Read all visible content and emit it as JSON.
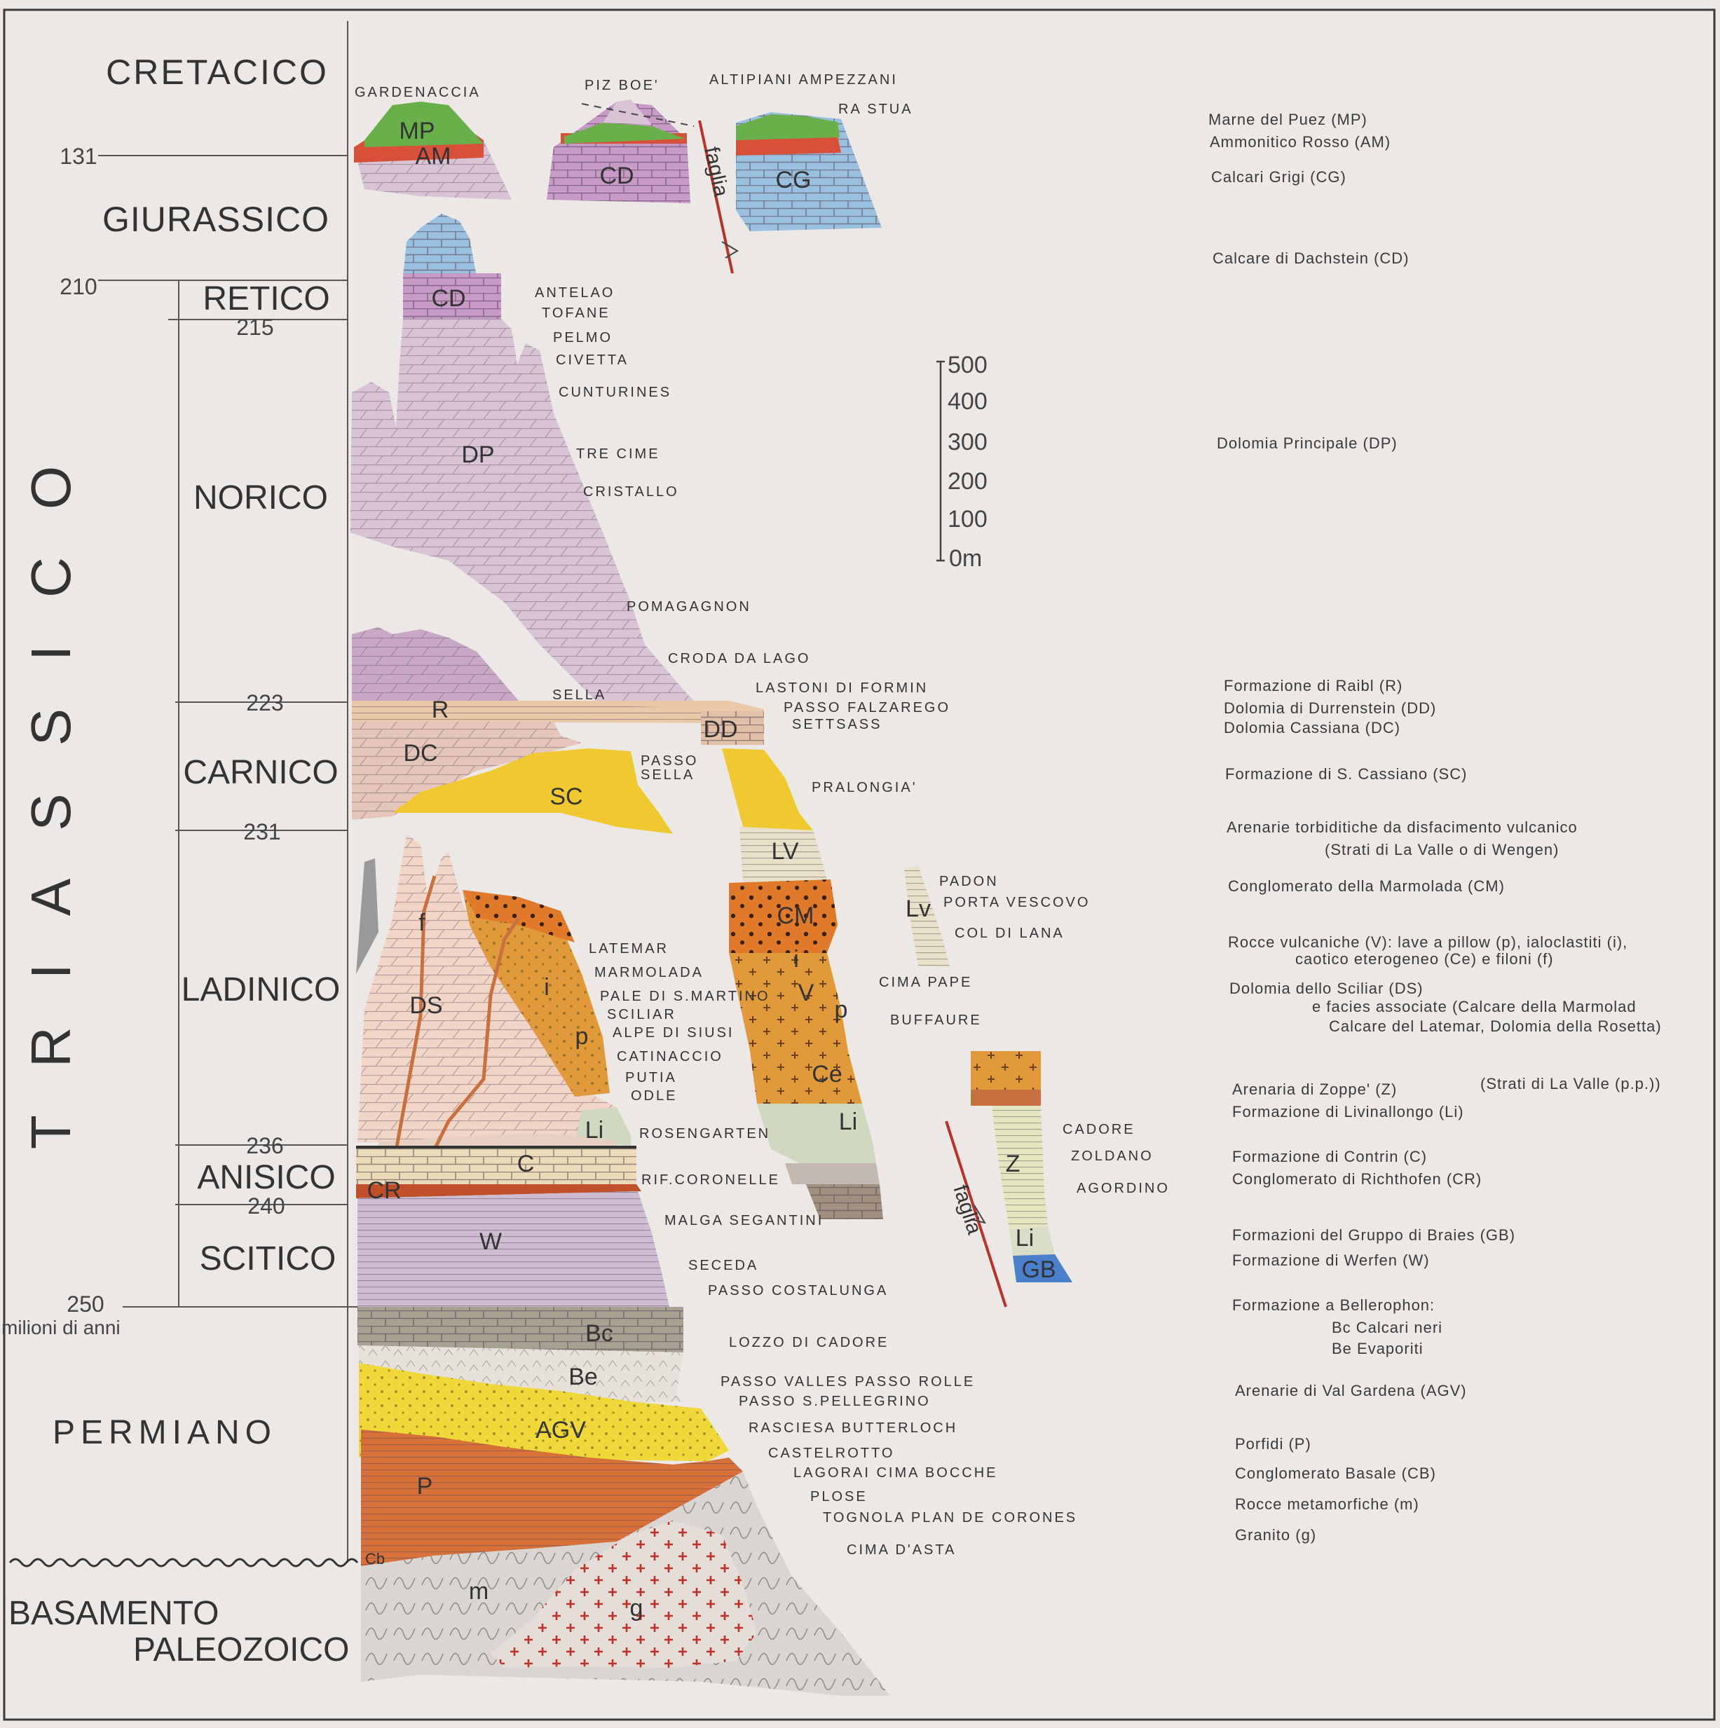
{
  "periods": {
    "cretacico": "CRETACICO",
    "giurassico": "GIURASSICO",
    "triassico": "TRIASSICO",
    "permiano": "PERMIANO",
    "basamento_1": "BASAMENTO",
    "basamento_2": "PALEOZOICO"
  },
  "stages": {
    "retico": "RETICO",
    "norico": "NORICO",
    "carnico": "CARNICO",
    "ladinico": "LADINICO",
    "anisico": "ANISICO",
    "scitico": "SCITICO"
  },
  "ages": {
    "a131": "131",
    "a210": "210",
    "a215": "215",
    "a223": "223",
    "a231": "231",
    "a236": "236",
    "a240": "240",
    "a250": "250",
    "unit": "milioni di anni"
  },
  "scale": {
    "s500": "500",
    "s400": "400",
    "s300": "300",
    "s200": "200",
    "s100": "100",
    "s0": "0m"
  },
  "codes": {
    "MP": "MP",
    "AM": "AM",
    "CD": "CD",
    "CG": "CG",
    "DP": "DP",
    "R": "R",
    "DC": "DC",
    "DD": "DD",
    "SC": "SC",
    "LV": "LV",
    "Lv": "Lv",
    "CM": "CM",
    "V": "V",
    "i": "i",
    "p": "p",
    "Ce": "Ce",
    "DS": "DS",
    "f": "f",
    "Li": "Li",
    "C": "C",
    "CR": "CR",
    "W": "W",
    "Z": "Z",
    "GB": "GB",
    "Bc": "Bc",
    "Be": "Be",
    "AGV": "AGV",
    "P": "P",
    "Cb": "Cb",
    "m": "m",
    "g": "g"
  },
  "faults": {
    "f1": "faglia",
    "f2": "faglia"
  },
  "places": {
    "gardenaccia": "GARDENACCIA",
    "piz_boe": "PIZ BOE'",
    "altipiani": "ALTIPIANI AMPEZZANI",
    "ra_stua": "RA STUA",
    "antelao": "ANTELAO",
    "tofane": "TOFANE",
    "pelmo": "PELMO",
    "civetta": "CIVETTA",
    "cunturines": "CUNTURINES",
    "tre_cime": "TRE CIME",
    "cristallo": "CRISTALLO",
    "pomagagnon": "POMAGAGNON",
    "croda": "CRODA DA LAGO",
    "lastoni": "LASTONI DI FORMIN",
    "falzarego": "PASSO FALZAREGO",
    "settsass": "SETTSASS",
    "sella": "SELLA",
    "passo_sella_1": "PASSO",
    "passo_sella_2": "SELLA",
    "pralongia": "PRALONGIA'",
    "padon": "PADON",
    "porta_vescovo": "PORTA VESCOVO",
    "col_di_lana": "COL DI LANA",
    "cima_pape": "CIMA PAPE",
    "buffaure": "BUFFAURE",
    "latemar": "LATEMAR",
    "marmolada": "MARMOLADA",
    "pale": "PALE DI S.MARTINO",
    "sciliar": "SCILIAR",
    "alpe_siusi": "ALPE DI SIUSI",
    "catinaccio": "CATINACCIO",
    "putia": "PUTIA",
    "odle": "ODLE",
    "rosengarten": "ROSENGARTEN",
    "coronelle": "RIF.CORONELLE",
    "cadore": "CADORE",
    "zoldano": "ZOLDANO",
    "agordino": "AGORDINO",
    "malga": "MALGA SEGANTINI",
    "seceda": "SECEDA",
    "costalunga": "PASSO COSTALUNGA",
    "lozzo": "LOZZO DI CADORE",
    "valles": "PASSO VALLES PASSO ROLLE",
    "pellegrino": "PASSO S.PELLEGRINO",
    "rasciesa": "RASCIESA  BUTTERLOCH",
    "castelrotto": "CASTELROTTO",
    "lagorai": "LAGORAI CIMA BOCCHE",
    "plose": "PLOSE",
    "tognola": "TOGNOLA PLAN DE CORONES",
    "cima_asta": "CIMA D'ASTA"
  },
  "legend": [
    "Marne del Puez (MP)",
    "Ammonitico Rosso (AM)",
    "Calcari Grigi (CG)",
    "Calcare di Dachstein (CD)",
    "Dolomia Principale (DP)",
    "Formazione di Raibl (R)",
    "Dolomia di Durrenstein (DD)",
    "Dolomia Cassiana (DC)",
    "Formazione di S. Cassiano (SC)",
    "Arenarie torbiditiche da disfacimento vulcanico",
    "(Strati di La Valle o di Wengen)",
    "Conglomerato della Marmolada (CM)",
    "Rocce vulcaniche (V): lave a pillow (p), ialoclastiti (i),",
    "caotico eterogeneo (Ce) e filoni (f)",
    "Dolomia dello Sciliar (DS)",
    "e facies associate (Calcare della Marmolad",
    "Calcare del Latemar, Dolomia della Rosetta)",
    "Arenaria di Zoppe' (Z)",
    "(Strati di La Valle (p.p.))",
    "Formazione di Livinallongo (Li)",
    "Formazione di Contrin (C)",
    "Conglomerato di Richthofen (CR)",
    "Formazioni del Gruppo di Braies (GB)",
    "Formazione di Werfen (W)",
    "Formazione a Bellerophon:",
    "Bc Calcari neri",
    "Be Evaporiti",
    "Arenarie di Val Gardena (AGV)",
    "Porfidi (P)",
    "Conglomerato Basale (CB)",
    "Rocce metamorfiche (m)",
    "Granito (g)"
  ]
}
